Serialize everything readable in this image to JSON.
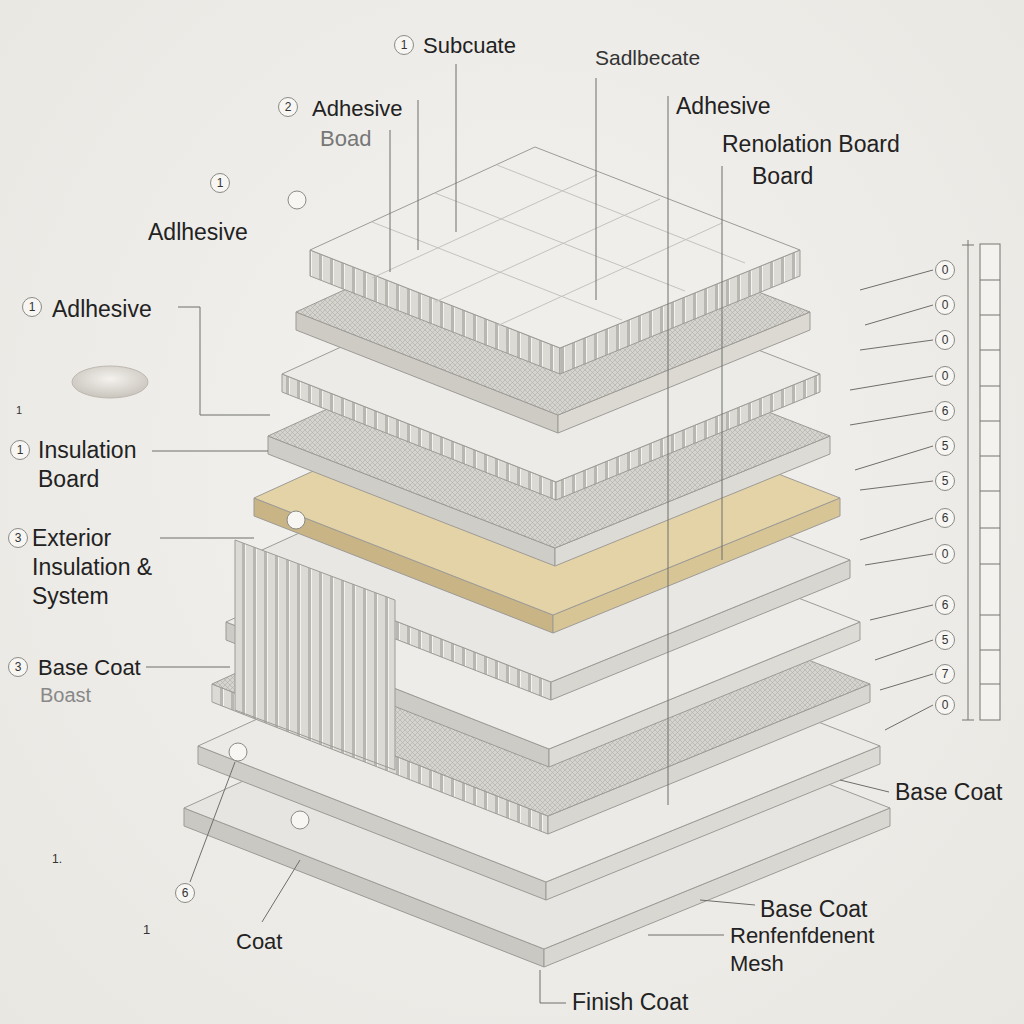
{
  "diagram": {
    "nodes": [
      {
        "text": [
          "1"
        ]
      },
      {
        "text": [
          "2"
        ]
      },
      {
        "text": [
          "1"
        ]
      },
      {
        "text": [
          "1"
        ]
      },
      {
        "text": [
          "1"
        ]
      },
      {
        "text": [
          "3"
        ]
      },
      {
        "text": [
          "3"
        ]
      },
      {
        "text": [
          "6"
        ]
      },
      {
        "text": [
          "0"
        ]
      },
      {
        "text": [
          "0"
        ]
      },
      {
        "text": [
          "0"
        ]
      },
      {
        "text": [
          "0"
        ]
      },
      {
        "text": [
          "6"
        ]
      },
      {
        "text": [
          "5"
        ]
      },
      {
        "text": [
          "5"
        ]
      },
      {
        "text": [
          "6"
        ]
      },
      {
        "text": [
          "0"
        ]
      },
      {
        "text": [
          "6"
        ]
      },
      {
        "text": [
          "5"
        ]
      },
      {
        "text": [
          "7"
        ]
      },
      {
        "text": [
          "0"
        ]
      }
    ],
    "labels": [
      "Subcuate",
      "Sadlbecate",
      "Adhesive",
      "Boad",
      "Adhesive",
      "Renolation Board",
      "Board",
      "Adlhesive",
      "Adlhesive",
      "1",
      "Insulation Board",
      "Exterior Insulation & System",
      "Base Coat",
      "Boast",
      "1.",
      "1",
      "Coat",
      "Base Coat",
      "Base Coat",
      "Renfenfdenent Mesh",
      "Finish Coat"
    ]
  }
}
